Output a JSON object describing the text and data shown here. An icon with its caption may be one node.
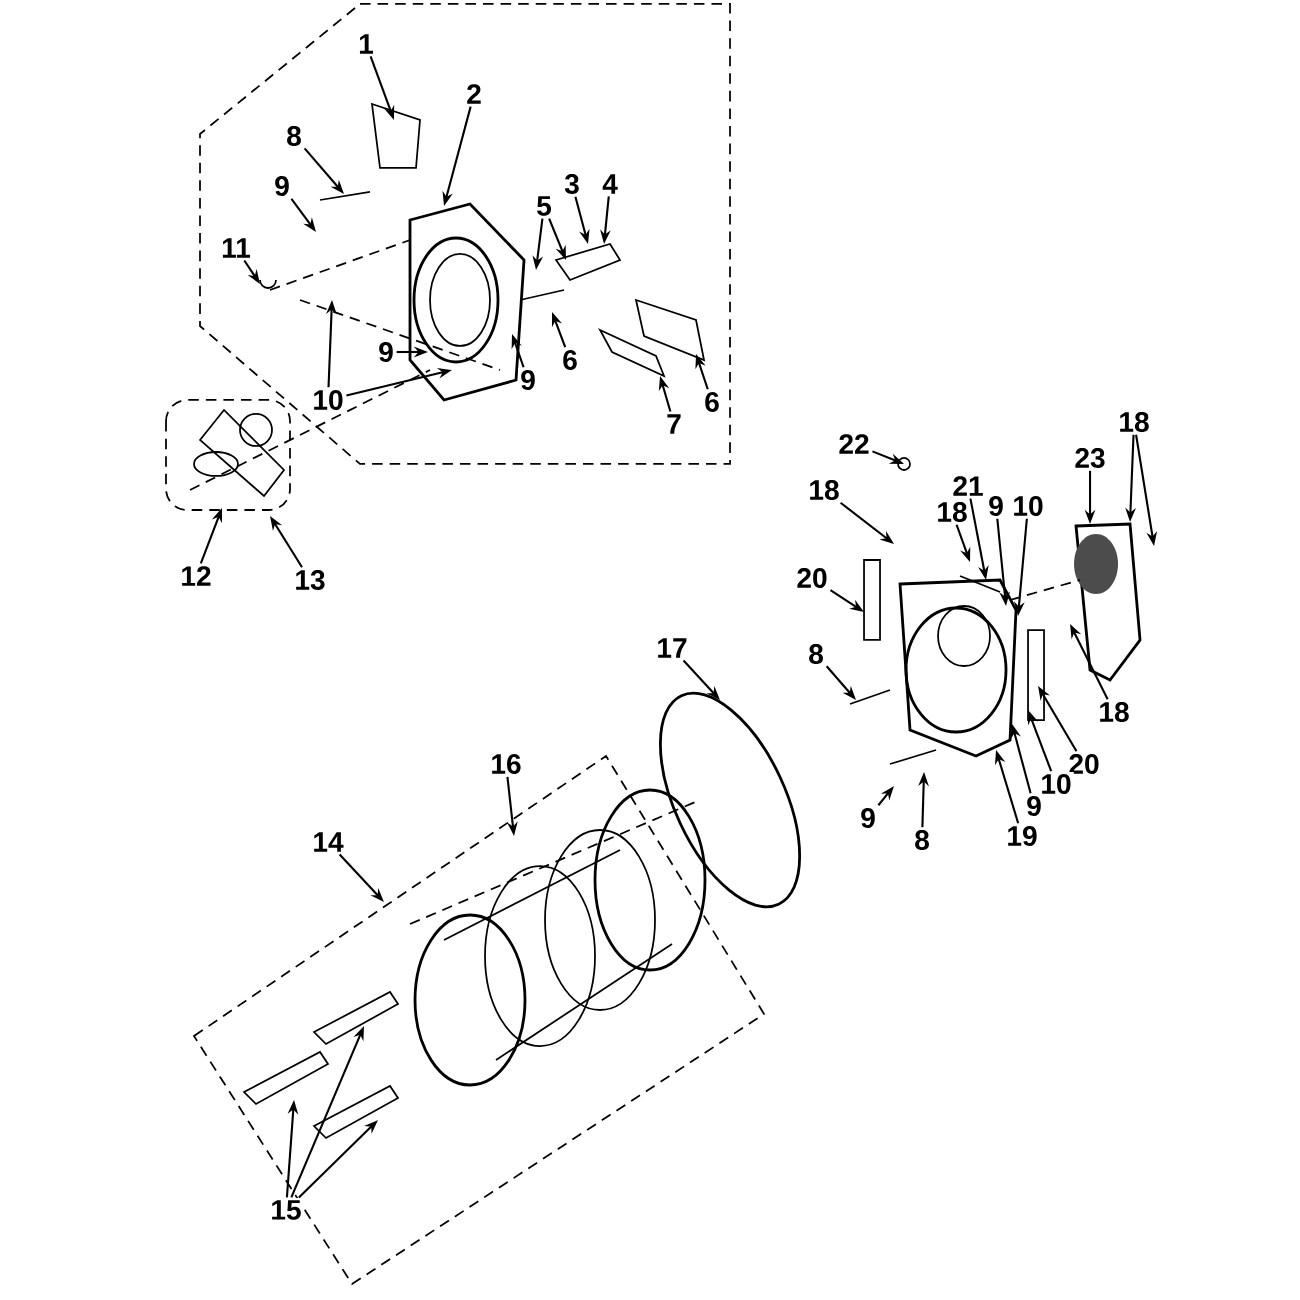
{
  "diagram": {
    "nodes": [
      {
        "text": [
          "1"
        ]
      },
      {
        "text": [
          "2"
        ]
      },
      {
        "text": [
          "8"
        ]
      },
      {
        "text": [
          "9"
        ]
      },
      {
        "text": [
          "3"
        ]
      },
      {
        "text": [
          "4"
        ]
      },
      {
        "text": [
          "5"
        ]
      },
      {
        "text": [
          "11"
        ]
      },
      {
        "text": [
          "9"
        ]
      },
      {
        "text": [
          "10"
        ]
      },
      {
        "text": [
          "9"
        ]
      },
      {
        "text": [
          "6"
        ]
      },
      {
        "text": [
          "7"
        ]
      },
      {
        "text": [
          "6"
        ]
      },
      {
        "text": [
          "12"
        ]
      },
      {
        "text": [
          "13"
        ]
      },
      {
        "text": [
          "22"
        ]
      },
      {
        "text": [
          "18"
        ]
      },
      {
        "text": [
          "18"
        ]
      },
      {
        "text": [
          "21"
        ]
      },
      {
        "text": [
          "9"
        ]
      },
      {
        "text": [
          "10"
        ]
      },
      {
        "text": [
          "23"
        ]
      },
      {
        "text": [
          "18"
        ]
      },
      {
        "text": [
          "20"
        ]
      },
      {
        "text": [
          "8"
        ]
      },
      {
        "text": [
          "18"
        ]
      },
      {
        "text": [
          "20"
        ]
      },
      {
        "text": [
          "10"
        ]
      },
      {
        "text": [
          "9"
        ]
      },
      {
        "text": [
          "19"
        ]
      },
      {
        "text": [
          "17"
        ]
      },
      {
        "text": [
          "8"
        ]
      },
      {
        "text": [
          "9"
        ]
      },
      {
        "text": [
          "16"
        ]
      },
      {
        "text": [
          "14"
        ]
      },
      {
        "text": [
          "15"
        ]
      }
    ],
    "edges": [
      {
        "from": 0,
        "to": null,
        "arrow": "to"
      },
      {
        "from": 1,
        "to": null,
        "arrow": "to"
      },
      {
        "from": 2,
        "to": null,
        "arrow": "to"
      },
      {
        "from": 3,
        "to": null,
        "arrow": "to"
      },
      {
        "from": 4,
        "to": null,
        "arrow": "to"
      },
      {
        "from": 5,
        "to": null,
        "arrow": "to"
      },
      {
        "from": 6,
        "to": null,
        "arrow": "to"
      },
      {
        "from": 6,
        "to": null,
        "arrow": "to"
      },
      {
        "from": 7,
        "to": null,
        "arrow": "to"
      },
      {
        "from": 8,
        "to": null,
        "arrow": "to"
      },
      {
        "from": 9,
        "to": null,
        "arrow": "to"
      },
      {
        "from": 9,
        "to": null,
        "arrow": "to"
      },
      {
        "from": 10,
        "to": null,
        "arrow": "to"
      },
      {
        "from": 11,
        "to": null,
        "arrow": "to"
      },
      {
        "from": 12,
        "to": null,
        "arrow": "to"
      },
      {
        "from": 13,
        "to": null,
        "arrow": "to"
      },
      {
        "from": 14,
        "to": null,
        "arrow": "to"
      },
      {
        "from": 15,
        "to": null,
        "arrow": "to"
      },
      {
        "from": 16,
        "to": null,
        "arrow": "to"
      },
      {
        "from": 17,
        "to": null,
        "arrow": "to"
      },
      {
        "from": 18,
        "to": null,
        "arrow": "to"
      },
      {
        "from": 19,
        "to": null,
        "arrow": "to"
      },
      {
        "from": 20,
        "to": null,
        "arrow": "to"
      },
      {
        "from": 21,
        "to": null,
        "arrow": "to"
      },
      {
        "from": 22,
        "to": null,
        "arrow": "to"
      },
      {
        "from": 23,
        "to": null,
        "arrow": "to"
      },
      {
        "from": 23,
        "to": null,
        "arrow": "to"
      },
      {
        "from": 24,
        "to": null,
        "arrow": "to"
      },
      {
        "from": 25,
        "to": null,
        "arrow": "to"
      },
      {
        "from": 26,
        "to": null,
        "arrow": "to"
      },
      {
        "from": 27,
        "to": null,
        "arrow": "to"
      },
      {
        "from": 28,
        "to": null,
        "arrow": "to"
      },
      {
        "from": 29,
        "to": null,
        "arrow": "to"
      },
      {
        "from": 30,
        "to": null,
        "arrow": "to"
      },
      {
        "from": 31,
        "to": null,
        "arrow": "to"
      },
      {
        "from": 32,
        "to": null,
        "arrow": "to"
      },
      {
        "from": 33,
        "to": null,
        "arrow": "to"
      },
      {
        "from": 34,
        "to": null,
        "arrow": "to"
      },
      {
        "from": 35,
        "to": null,
        "arrow": "to"
      },
      {
        "from": 36,
        "to": null,
        "arrow": "to"
      },
      {
        "from": 36,
        "to": null,
        "arrow": "to"
      },
      {
        "from": 36,
        "to": null,
        "arrow": "to"
      }
    ]
  }
}
